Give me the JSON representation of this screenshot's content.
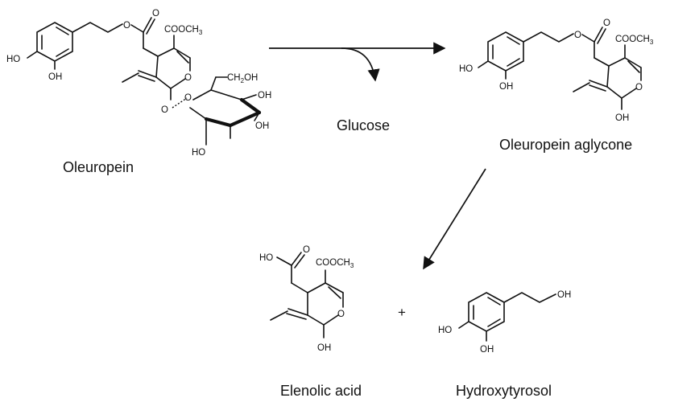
{
  "captions": {
    "oleuropein": "Oleuropein",
    "aglycone": "Oleuropein aglycone",
    "glucose": "Glucose",
    "elenolic_acid": "Elenolic acid",
    "hydroxytyrosol": "Hydroxytyrosol"
  },
  "plus_sign": "+",
  "atoms": {
    "ho": "HO",
    "oh": "OH",
    "o": "O",
    "cooch3": "COOCH",
    "cooch3_sub": "3",
    "ch2oh_a": "CH",
    "ch2oh_sub": "2",
    "ch2oh_b": "OH"
  }
}
